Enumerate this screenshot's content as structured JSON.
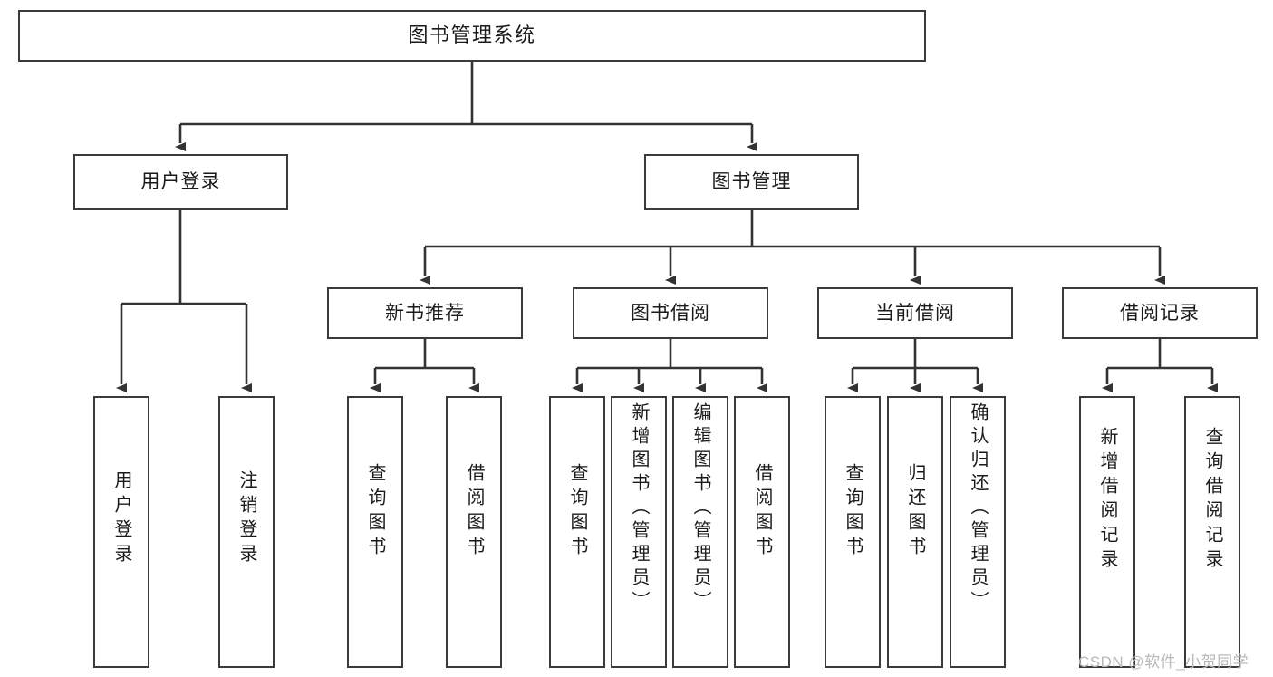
{
  "diagram": {
    "type": "tree-hierarchy",
    "title": "图书管理系统",
    "orientation": "top-down",
    "levels": 4,
    "root": {
      "id": "root",
      "label": "图书管理系统",
      "text_direction": "horizontal"
    },
    "level2": [
      {
        "id": "user-login",
        "label": "用户登录",
        "text_direction": "horizontal"
      },
      {
        "id": "book-manage",
        "label": "图书管理",
        "text_direction": "horizontal"
      }
    ],
    "level3": [
      {
        "id": "new-book-recommend",
        "label": "新书推荐",
        "parent": "book-manage",
        "text_direction": "horizontal"
      },
      {
        "id": "book-borrow",
        "label": "图书借阅",
        "parent": "book-manage",
        "text_direction": "horizontal"
      },
      {
        "id": "current-borrow",
        "label": "当前借阅",
        "parent": "book-manage",
        "text_direction": "horizontal"
      },
      {
        "id": "borrow-record",
        "label": "借阅记录",
        "parent": "book-manage",
        "text_direction": "horizontal"
      }
    ],
    "leaves": {
      "user-login": [
        {
          "id": "leaf-user-login",
          "label": "用户登录",
          "text_direction": "vertical"
        },
        {
          "id": "leaf-logout",
          "label": "注销登录",
          "text_direction": "vertical"
        }
      ],
      "new-book-recommend": [
        {
          "id": "leaf-query-book-1",
          "label": "查询图书",
          "text_direction": "vertical"
        },
        {
          "id": "leaf-borrow-book-1",
          "label": "借阅图书",
          "text_direction": "vertical"
        }
      ],
      "book-borrow": [
        {
          "id": "leaf-query-book-2",
          "label": "查询图书",
          "text_direction": "vertical"
        },
        {
          "id": "leaf-add-book",
          "label": "新增图书（管理员）",
          "text_direction": "vertical"
        },
        {
          "id": "leaf-edit-book",
          "label": "编辑图书（管理员）",
          "text_direction": "vertical"
        },
        {
          "id": "leaf-borrow-book-2",
          "label": "借阅图书",
          "text_direction": "vertical"
        }
      ],
      "current-borrow": [
        {
          "id": "leaf-query-book-3",
          "label": "查询图书",
          "text_direction": "vertical"
        },
        {
          "id": "leaf-return-book",
          "label": "归还图书",
          "text_direction": "vertical"
        },
        {
          "id": "leaf-confirm-return",
          "label": "确认归还（管理员）",
          "text_direction": "vertical"
        }
      ],
      "borrow-record": [
        {
          "id": "leaf-add-record",
          "label": "新增借阅记录",
          "text_direction": "vertical"
        },
        {
          "id": "leaf-query-record",
          "label": "查询借阅记录",
          "text_direction": "vertical"
        }
      ]
    },
    "colors": {
      "node_border": "#3a3a3a",
      "node_fill": "#ffffff",
      "edge": "#333333",
      "text": "#1a1a1a",
      "background": "#ffffff",
      "watermark": "#b9b9b9"
    }
  },
  "watermark": {
    "text": "CSDN @软件_小贺同学"
  }
}
